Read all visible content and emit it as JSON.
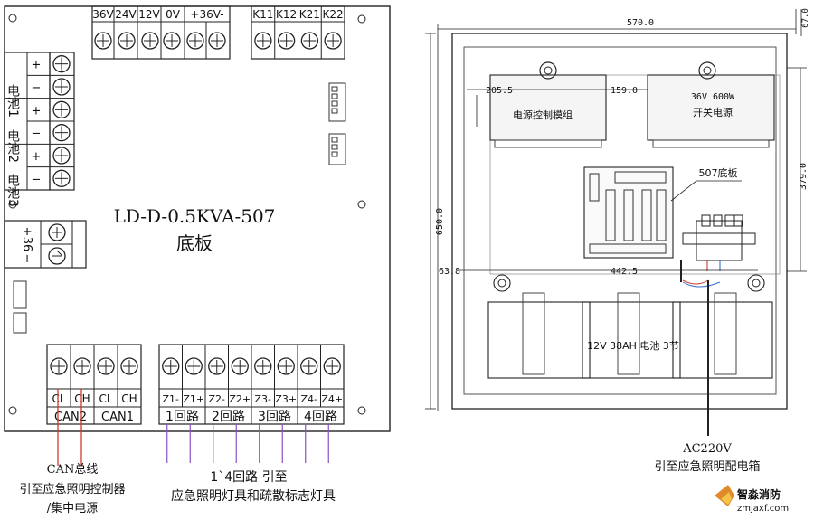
{
  "board": {
    "model": "LD-D-0.5KVA-507",
    "title": "底板",
    "top_terminals": [
      "36V",
      "24V",
      "12V",
      "0V",
      "+36V-"
    ],
    "relay_terminals": [
      "K11",
      "K12",
      "K21",
      "K22"
    ],
    "battery_signs": [
      "+",
      "−",
      "+",
      "−",
      "+",
      "−"
    ],
    "battery_labels": [
      "电池1",
      "电池2",
      "电池3"
    ],
    "dc36_label": "+ 36 −",
    "dc36_plus": "+",
    "dc36_value": "36",
    "dc36_minus": "−",
    "can_pins": [
      "CL",
      "CH",
      "CL",
      "CH"
    ],
    "can_groups": [
      "CAN2",
      "CAN1"
    ],
    "zone_pins": [
      "Z1-",
      "Z1+",
      "Z2-",
      "Z2+",
      "Z3-",
      "Z3+",
      "Z4-",
      "Z4+"
    ],
    "zone_groups": [
      "1回路",
      "2回路",
      "3回路",
      "4回路"
    ]
  },
  "notes": {
    "can_line1": "CAN总线",
    "can_line2": "引至应急照明控制器",
    "can_line3": "/集中电源",
    "zone_line1": "1`4回路  引至",
    "zone_line2": "应急照明灯具和疏散标志灯具",
    "ac_line1": "AC220V",
    "ac_line2": "引至应急照明配电箱"
  },
  "cabinet": {
    "dim_width": "570.0",
    "dim_top": "67.0",
    "dim_left1": "205.5",
    "dim_left2": "159.0",
    "dim_right": "379.0",
    "dim_height": "650.0",
    "dim_bottom_left": "63.8",
    "dim_bottom_mid": "442.5",
    "module_power_ctrl": "电源控制模组",
    "module_psu_line1": "36V 600W",
    "module_psu_line2": "开关电源",
    "board_label": "507底板",
    "battery_label": "12V 38AH 电池 3节"
  },
  "watermark": {
    "cn": "智淼消防",
    "url": "zmjaxf.com"
  },
  "colors": {
    "can_wire": "#d23a2a",
    "zone_wire": "#8a4fc0",
    "ac_wire": "#222222"
  }
}
